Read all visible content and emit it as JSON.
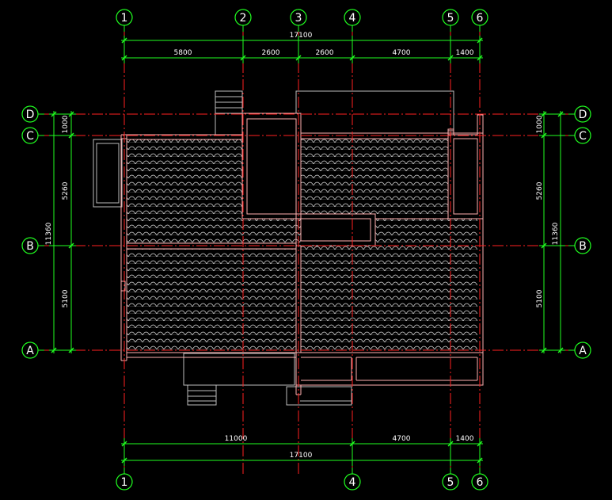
{
  "colors": {
    "background": "#000000",
    "grid_line": "#ff2020",
    "dimension": "#20ff20",
    "bubble": "#20ff20",
    "text": "#ffffff",
    "wall_outline": "#ffb0b0",
    "wall_fill": "#ffffff",
    "tile": "#d8d8d8",
    "aux_line": "#bdbdbd"
  },
  "axes": {
    "numbers": [
      "1",
      "2",
      "3",
      "4",
      "5",
      "6"
    ],
    "bottom_numbers": [
      "1",
      "4",
      "5",
      "6"
    ],
    "letters": [
      "D",
      "C",
      "B",
      "A"
    ]
  },
  "dimensions": {
    "top_total": "17100",
    "top_segments": [
      "5800",
      "2600",
      "2600",
      "4700",
      "1400"
    ],
    "bottom_segments": [
      "11000",
      "4700",
      "1400"
    ],
    "bottom_total": "17100",
    "left_segments": [
      "1000",
      "5260",
      "5100"
    ],
    "left_total": "11360",
    "right_segments": [
      "1000",
      "5260",
      "5100"
    ],
    "right_total": "11360"
  }
}
